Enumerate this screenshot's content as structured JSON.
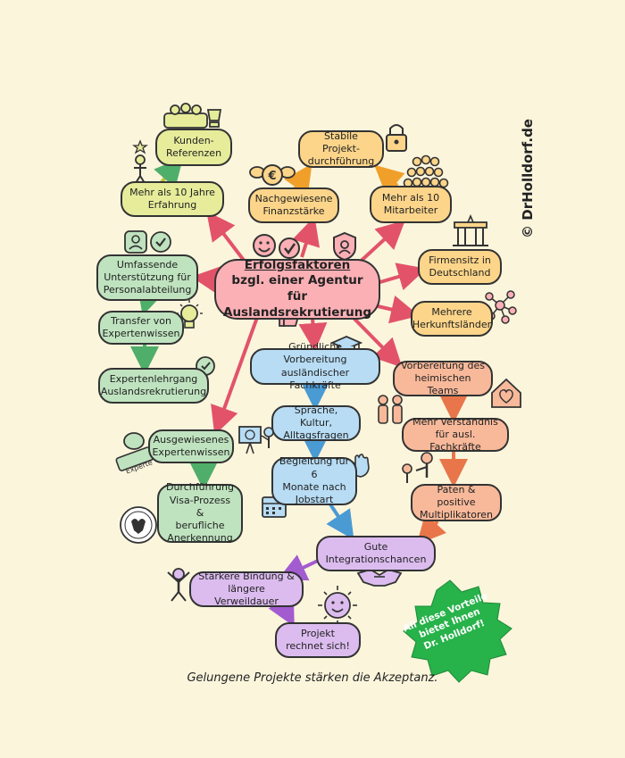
{
  "center": {
    "title": "Erfolgsfaktoren",
    "line2": "bzgl. einer Agentur für",
    "line3": "Auslandsrekrutierung"
  },
  "nodes": {
    "kunden_referenzen": "Kunden-\nReferenzen",
    "mehr_als_10_jahre": "Mehr als 10 Jahre\nErfahrung",
    "nachgewiesene_finanzstaerke": "Nachgewiesene\nFinanzstärke",
    "stabile_projektdurchfuehrung": "Stabile Projekt-\ndurchführung",
    "mehr_als_10_mitarbeiter": "Mehr als 10\nMitarbeiter",
    "firmensitz": "Firmensitz in\nDeutschland",
    "herkunftslaender": "Mehrere\nHerkunftsländer",
    "personalabteilung": "Umfassende\nUnterstützung für\nPersonalabteilung",
    "transfer": "Transfer von\nExpertenwissen",
    "expertenlehrgang": "Expertenlehrgang\nAuslandsrekrutierung",
    "ausgewiesenes_expertenwissen": "Ausgewiesenes\nExpertenwissen",
    "visa_prozess": "Durchführung\nVisa-Prozess &\nberufliche\nAnerkennung",
    "vorbereitung_fachkraefte": "Gründliche Vorbereitung\nausländischer Fachkräfte",
    "sprache_kultur": "Sprache, Kultur,\nAlltagsfragen",
    "begleitung": "Begleitung für 6\nMonate nach\nJobstart",
    "vorbereitung_team": "Vorbereitung des\nheimischen Teams",
    "verstaendnis": "Mehr Verständnis\nfür ausl. Fachkräfte",
    "paten": "Paten & positive\nMultiplikatoren",
    "integrationschancen": "Gute\nIntegrationschancen",
    "bindung": "Stärkere Bindung &\nlängere Verweildauer",
    "projekt_rechnet": "Projekt\nrechnet sich!"
  },
  "badge_text": "All diese Vorteile\nbietet Ihnen\nDr. Holldorf!",
  "signature": "© DrHolldorf.de",
  "caption": "Gelungene Projekte stärken die Akzeptanz.",
  "icons": [
    "smiley-icon",
    "checkmark-icon",
    "security-shield-icon",
    "thumbs-up-icon",
    "team-icon",
    "trophy-icon",
    "star-person-icon",
    "euro-strongman-icon",
    "padlock-icon",
    "employees-crowd-icon",
    "brandenburg-gate-icon",
    "network-icon",
    "user-check-icon",
    "lightbulb-icon",
    "award-seal-icon",
    "graduation-cap-icon",
    "presentation-icon",
    "waving-hand-icon",
    "calendar-icon",
    "home-heart-icon",
    "couple-icon",
    "mentoring-icon",
    "expert-stamp-icon",
    "eagle-seal-icon",
    "handshake-icon",
    "cheering-person-icon",
    "sun-smiley-icon"
  ],
  "colors": {
    "background": "#fbf5dc",
    "badge": "#27b24a",
    "yellow": "#e6ec9a",
    "orange": "#fcd58a",
    "green": "#bfe3bf",
    "red": "#fbb0b5",
    "blue": "#b7dcf4",
    "salmon": "#f8b99a",
    "purple": "#dcbcef"
  }
}
